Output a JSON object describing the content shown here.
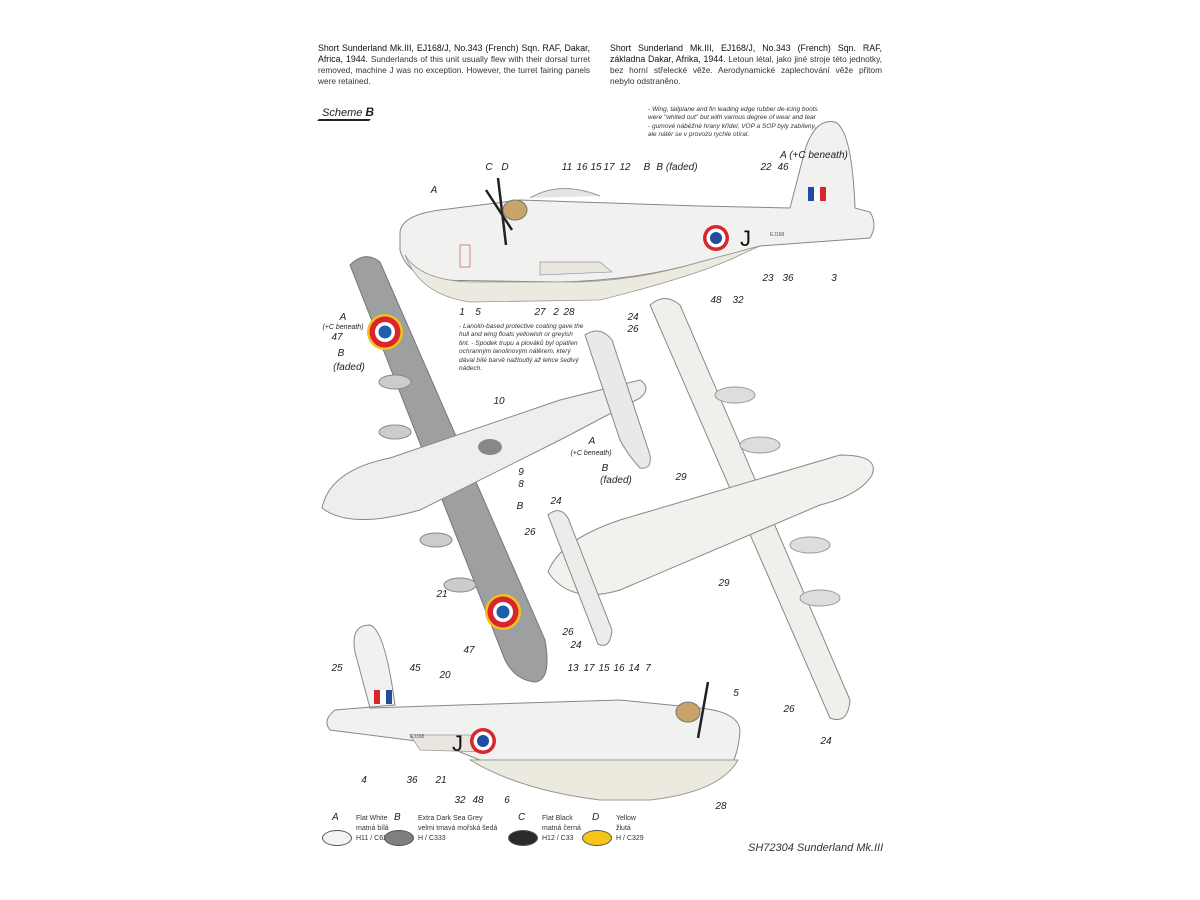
{
  "caption_en": {
    "title": "Short Sunderland Mk.III, EJ168/J, No.343 (French) Sqn. RAF, Dakar, Africa, 1944.",
    "body": "Sunderlands of this unit usually flew with their dorsal turret removed, machine J was no exception. However, the turret fairing panels were retained."
  },
  "caption_cz": {
    "title": "Short Sunderland Mk.III, EJ168/J, No.343 (French) Sqn. RAF, základna Dakar, Afrika, 1944.",
    "body": "Letoun létal, jako jiné stroje této jednotky, bez horní střelecké věže. Aerodynamické zaplechování věže přitom nebylo odstraněno."
  },
  "scheme": {
    "label": "Scheme",
    "letter": "B"
  },
  "notes": {
    "boots": "- Wing, tailplane and fin leading edge rubber de-icing boots were \"whited out\" but with various degree of wear and tear - gumové náběžné hrany křídel, VOP a SOP byly zabíleny, ale nátěr se v provozu rychle otíral.",
    "lanolin": "- Lanolin-based protective coating gave the hull and wing floats yellowish or greyish tint. - Spodek trupu a plováků byl opatřen ochranným lanolinovým nátěrem, který dával bílé barvě nažloutlý až lehce šedivý nádech."
  },
  "aircraft_code": "J",
  "serial": "EJ168",
  "callouts": {
    "top_side": [
      "A",
      "C",
      "D",
      "11",
      "16",
      "15",
      "17",
      "12",
      "B",
      "B (faded)",
      "22",
      "46",
      "A (+C beneath)",
      "1",
      "5",
      "27",
      "2",
      "28",
      "48",
      "32",
      "23",
      "36",
      "3"
    ],
    "top_plan": [
      "A",
      "(+C beneath)",
      "47",
      "B",
      "(faded)",
      "10",
      "9",
      "8",
      "B",
      "21",
      "47",
      "A",
      "(+C beneath)",
      "B",
      "(faded)"
    ],
    "underside": [
      "24",
      "26",
      "29",
      "24",
      "26",
      "29",
      "26",
      "24",
      "26",
      "24"
    ],
    "bottom_side": [
      "25",
      "45",
      "20",
      "13",
      "17",
      "15",
      "16",
      "14",
      "7",
      "5",
      "4",
      "36",
      "21",
      "32",
      "48",
      "6",
      "28"
    ]
  },
  "colors": [
    {
      "letter": "A",
      "name_en": "Flat White",
      "name_cz": "matná bílá",
      "code": "H11 / C62",
      "hex": "#f4f4f2"
    },
    {
      "letter": "B",
      "name_en": "Extra Dark Sea Grey",
      "name_cz": "velmi tmavá mořská šedá",
      "code": "H / C333",
      "hex": "#7d7f80"
    },
    {
      "letter": "C",
      "name_en": "Flat Black",
      "name_cz": "matná černá",
      "code": "H12 / C33",
      "hex": "#2a2a2a"
    },
    {
      "letter": "D",
      "name_en": "Yellow",
      "name_cz": "žlutá",
      "code": "H / C329",
      "hex": "#f5c518"
    }
  ],
  "product_code": "SH72304 Sunderland Mk.III"
}
